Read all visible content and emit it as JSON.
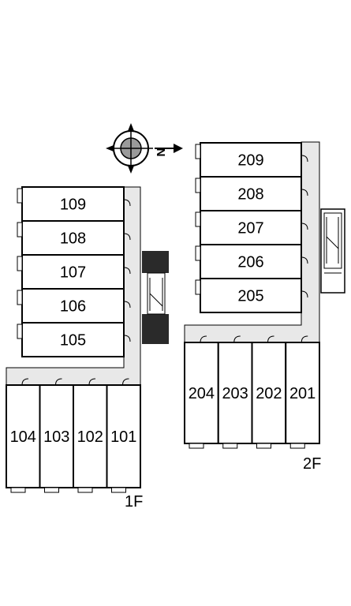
{
  "compass": {
    "letter": "N"
  },
  "floors": [
    {
      "label": "1F",
      "rooms_row": [
        "109",
        "108",
        "107",
        "106",
        "105"
      ],
      "rooms_col": [
        "104",
        "103",
        "102",
        "101"
      ]
    },
    {
      "label": "2F",
      "rooms_row": [
        "209",
        "208",
        "207",
        "206",
        "205"
      ],
      "rooms_col": [
        "204",
        "203",
        "202",
        "201"
      ]
    }
  ],
  "colors": {
    "corridor": "#e8e8e8",
    "wall": "#000000",
    "room_fill": "#ffffff",
    "stair_hatch": "#2a2a2a"
  }
}
